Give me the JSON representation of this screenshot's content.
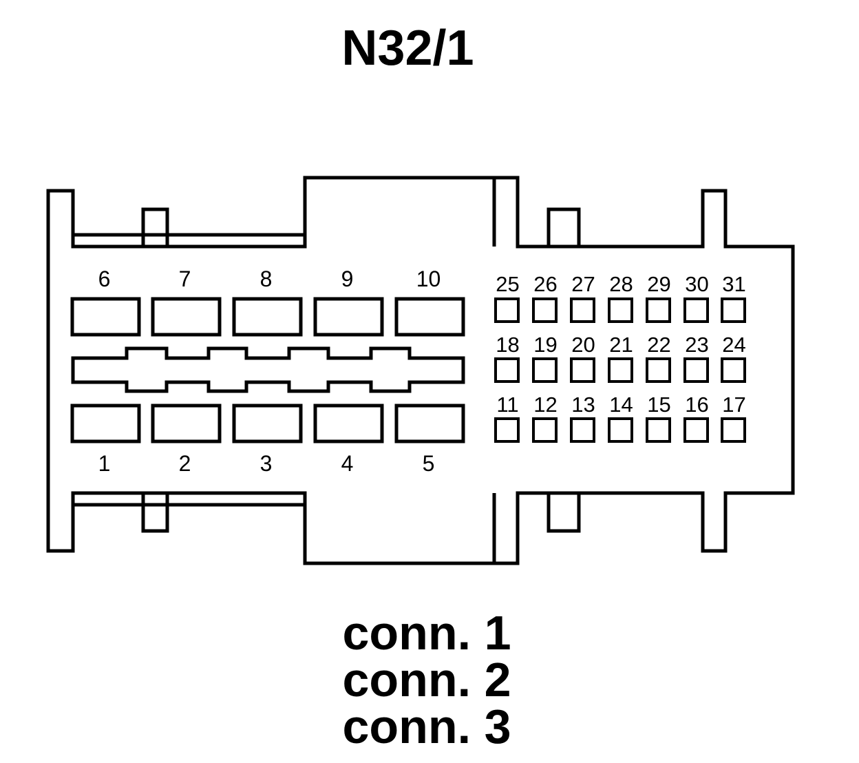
{
  "title": "N32/1",
  "colors": {
    "line": "#000000",
    "background": "#ffffff"
  },
  "large_pins": {
    "top_row": [
      "6",
      "7",
      "8",
      "9",
      "10"
    ],
    "bottom_row": [
      "1",
      "2",
      "3",
      "4",
      "5"
    ]
  },
  "small_pins": {
    "row_1": [
      "25",
      "26",
      "27",
      "28",
      "29",
      "30",
      "31"
    ],
    "row_2": [
      "18",
      "19",
      "20",
      "21",
      "22",
      "23",
      "24"
    ],
    "row_3": [
      "11",
      "12",
      "13",
      "14",
      "15",
      "16",
      "17"
    ]
  },
  "connectors": [
    "conn. 1",
    "conn. 2",
    "conn. 3"
  ]
}
